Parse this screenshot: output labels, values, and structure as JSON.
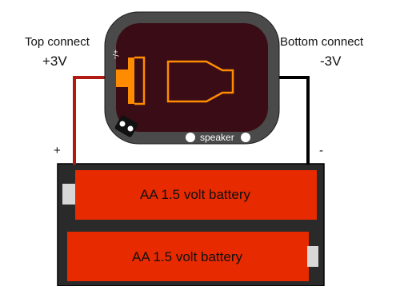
{
  "labels": {
    "top_connect": "Top connect",
    "top_voltage": "+3V",
    "bottom_connect": "Bottom connect",
    "bottom_voltage": "-3V",
    "plus_sign": "+",
    "minus_sign": "-",
    "board_polarity": "+/-",
    "speaker": "speaker"
  },
  "batteries": [
    {
      "label": "AA 1.5 volt battery"
    },
    {
      "label": "AA 1.5 volt battery"
    }
  ],
  "colors": {
    "board": "#4a4a4a",
    "board_inner": "#3a0d16",
    "trace": "#ff8c00",
    "battery_red": "#e82a00",
    "holder": "#2a2a2a",
    "wire_red": "#b01a10",
    "wire_black": "#000000"
  }
}
